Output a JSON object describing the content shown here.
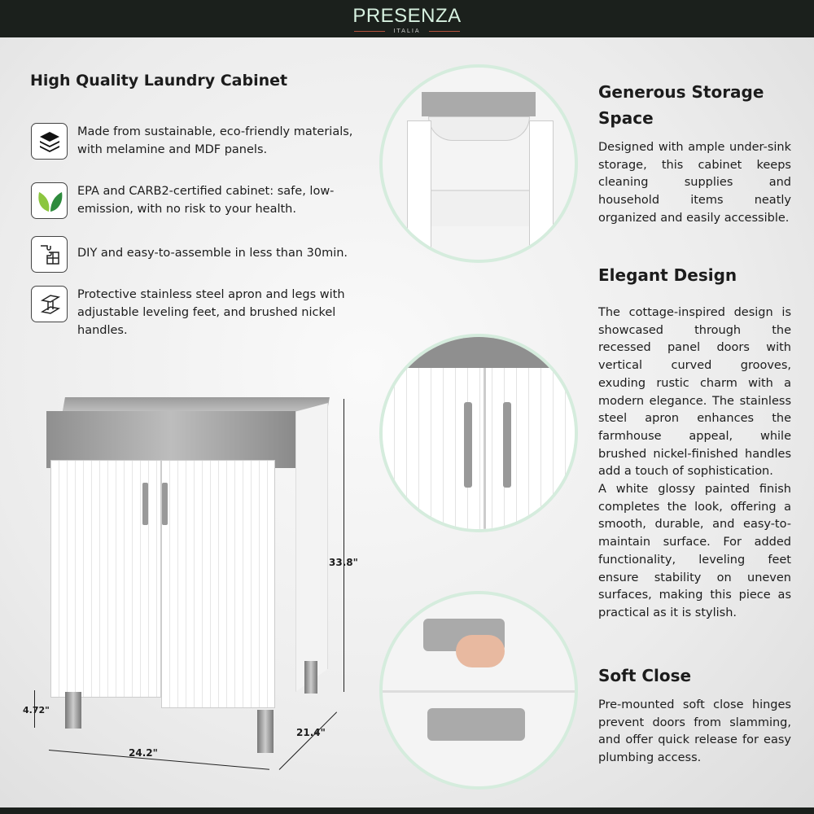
{
  "header": {
    "brand": "PRESENZA",
    "brand_sub": "ITALIA"
  },
  "left": {
    "title": "High Quality Laundry Cabinet",
    "features": [
      {
        "icon": "layers-icon",
        "text": "Made from sustainable, eco-friendly materials, with melamine and MDF panels."
      },
      {
        "icon": "leaf-icon",
        "text": "EPA and CARB2-certified cabinet: safe, low-emission, with no risk to your health."
      },
      {
        "icon": "puzzle-icon",
        "text": "DIY and easy-to-assemble in less than 30min."
      },
      {
        "icon": "steel-beam-icon",
        "text": "Protective stainless steel apron and legs with adjustable leveling feet, and brushed nickel handles."
      }
    ]
  },
  "dimensions": {
    "height": "33.8\"",
    "leg": "4.72\"",
    "width": "24.2\"",
    "depth": "21.4\""
  },
  "right": [
    {
      "heading": "Generous Storage Space",
      "paras": [
        "Designed with ample under-sink storage, this cabinet keeps cleaning supplies and household items neatly organized and easily accessible."
      ]
    },
    {
      "heading": "Elegant Design",
      "paras": [
        "The cottage-inspired design is showcased through the recessed panel doors with vertical curved grooves, exuding rustic charm with a modern elegance. The stainless steel apron enhances the farmhouse appeal, while brushed nickel-finished handles add a touch of sophistication.",
        "A white glossy painted finish completes the look, offering a smooth, durable, and easy-to-maintain surface. For added functionality, leveling feet ensure stability on uneven surfaces, making this piece as practical as it is stylish."
      ]
    },
    {
      "heading": "Soft Close",
      "paras": [
        "Pre-mounted soft close hinges prevent doors from slamming, and offer quick release for easy plumbing access."
      ]
    }
  ],
  "colors": {
    "header": "#1b201c",
    "brand": "#d6f0df",
    "circle_border": "#d5ecdd"
  }
}
